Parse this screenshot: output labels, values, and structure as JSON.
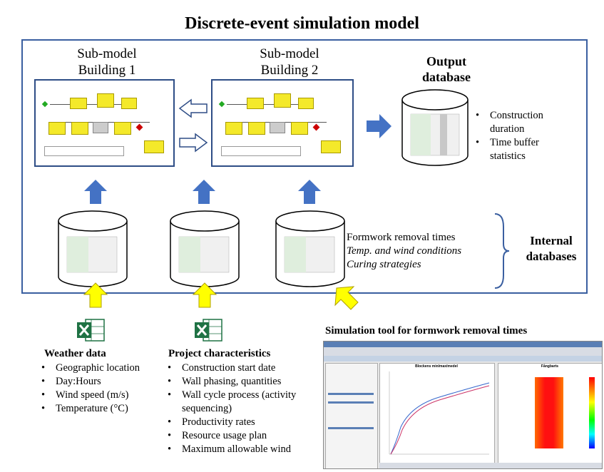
{
  "title": "Discrete-event simulation model",
  "submodels": [
    {
      "line1": "Sub-model",
      "line2": "Building 1"
    },
    {
      "line1": "Sub-model",
      "line2": "Building 2"
    }
  ],
  "output": {
    "line1": "Output",
    "line2": "database",
    "items": [
      "Construction duration",
      "Time buffer statistics"
    ]
  },
  "internal": {
    "items": [
      "Formwork removal times",
      "Temp. and wind conditions",
      "Curing strategies"
    ],
    "label_line1": "Internal",
    "label_line2": "databases"
  },
  "weather": {
    "heading": "Weather data",
    "items": [
      "Geographic location",
      "Day:Hours",
      "Wind speed (m/s)",
      "Temperature (°C)"
    ]
  },
  "project": {
    "heading": "Project characteristics",
    "items": [
      "Construction start date",
      "Wall phasing, quantities",
      "Wall cycle process (activity sequencing)",
      "Productivity rates",
      "Resource usage plan",
      "Maximum allowable wind"
    ]
  },
  "simtool": {
    "title": "Simulation tool for formwork removal times",
    "chart1_title": "Blockens min/max/medel",
    "chart2_title": "Fångbarts"
  },
  "colors": {
    "frame": "#3a5fa0",
    "arrow_blue": "#4472c4",
    "arrow_yellow": "#ffff00",
    "excel_green": "#1f7244"
  }
}
